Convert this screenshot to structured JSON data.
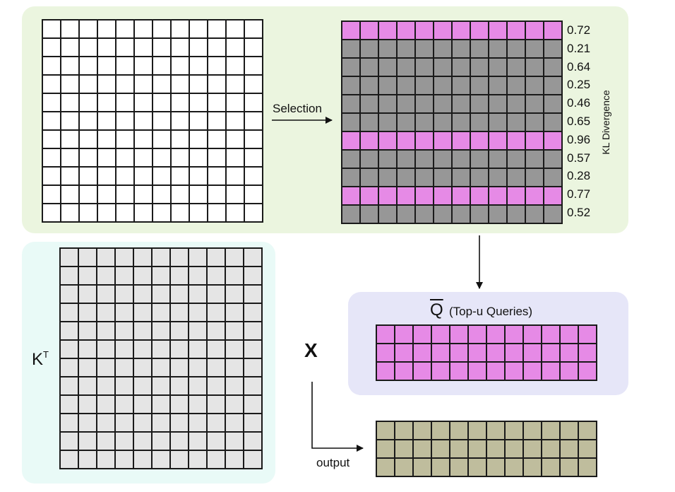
{
  "labels": {
    "selection": "Selection",
    "kl_divergence": "KL Divergence",
    "q_symbol": "Q",
    "q_caption": "(Top-u Queries)",
    "k_base": "K",
    "k_sup": "T",
    "multiply": "X",
    "output": "output"
  },
  "kl_values": [
    "0.72",
    "0.21",
    "0.64",
    "0.25",
    "0.46",
    "0.65",
    "0.96",
    "0.57",
    "0.28",
    "0.77",
    "0.52"
  ],
  "selected_rows": [
    0,
    6,
    9
  ],
  "colors": {
    "top_panel": "#ebf5df",
    "k_panel": "#e9faf7",
    "q_panel": "#e6e6f8",
    "white_cell": "#ffffff",
    "selected_cell": "#e68ae6",
    "unselected_cell": "#979797",
    "k_cell": "#e5e5e5",
    "output_cell": "#bfbd9d",
    "grid_line": "#1a1a1a"
  }
}
